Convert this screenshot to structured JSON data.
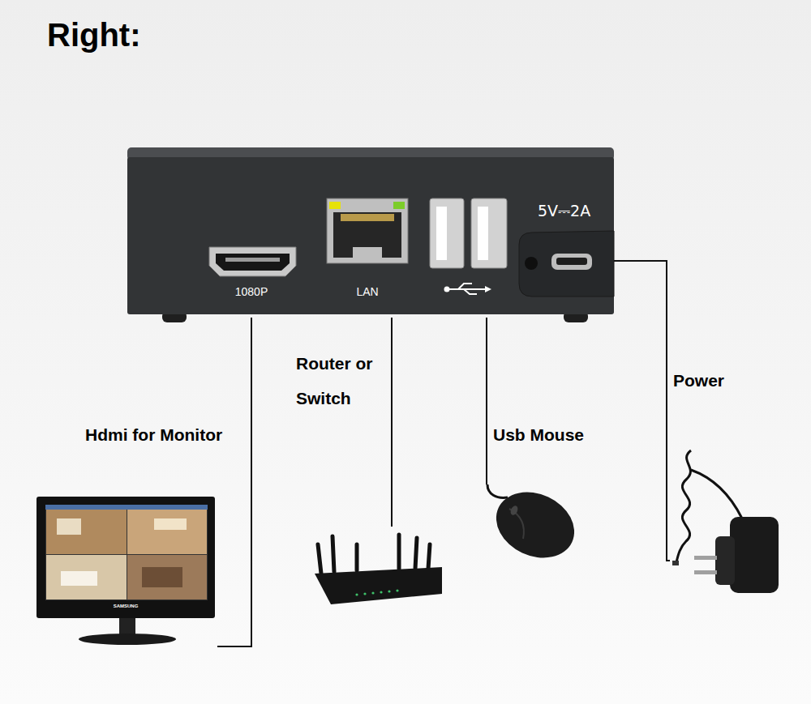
{
  "diagram": {
    "title": "Right:",
    "nodes": [
      {
        "text": [
          "1080P",
          "LAN",
          "5V⎓2A"
        ]
      },
      {
        "text": [
          "Hdmi for Monitor",
          "SAMSUNG"
        ]
      },
      {
        "text": [
          "Router or Switch"
        ]
      },
      {
        "text": [
          "Usb Mouse"
        ]
      },
      {
        "text": [
          "Power"
        ]
      }
    ],
    "edges": [
      {
        "from": 0,
        "to": 1,
        "arrow": "none"
      },
      {
        "from": 0,
        "to": 2,
        "arrow": "none"
      },
      {
        "from": 0,
        "to": 3,
        "arrow": "none"
      },
      {
        "from": 0,
        "to": 4,
        "arrow": "none"
      }
    ]
  }
}
